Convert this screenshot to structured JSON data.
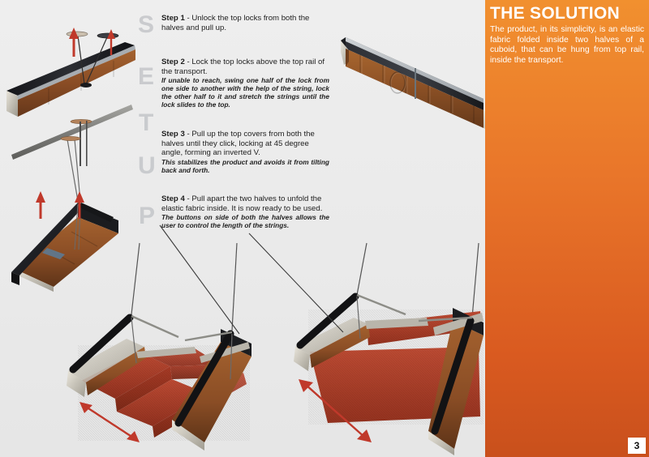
{
  "page": {
    "number": "3",
    "background_color": "#ebebeb",
    "accent_color": "#e9762a"
  },
  "watermark": {
    "letters": [
      "S",
      "E",
      "T",
      "U",
      "P"
    ],
    "color": "#c4c6c9"
  },
  "steps": [
    {
      "label": "Step 1",
      "dash": " - ",
      "main": "Unlock the top locks from both the halves and pull up.",
      "note": ""
    },
    {
      "label": "Step 2",
      "dash": " - ",
      "main": "Lock the top locks above the top rail of the transport.",
      "note": "If unable to reach, swing one half of the lock from one side to another with the help of the string, lock the other half to it and stretch the strings until the lock slides to the top."
    },
    {
      "label": "Step 3",
      "dash": " - ",
      "main": "Pull up the top covers from both the halves until they click, locking at 45 degree angle, forming an inverted V.",
      "note": "This stabilizes the product and avoids it from tilting back and forth."
    },
    {
      "label": "Step 4",
      "dash": " - ",
      "main": "Pull apart the two halves to unfold the elastic fabric inside. It is now ready to be used.",
      "note": "The buttons on side of both the halves allows the user to control the length of the strings."
    }
  ],
  "solution": {
    "title": "THE SOLUTION",
    "body": "The product, in its simplicity, is an elastic fabric folded inside two halves of a cuboid, that can be hung from top rail, inside the transport."
  },
  "figures": [
    {
      "id": "fig-closed-unit",
      "caption": "closed cuboid unit with top locks pulled up"
    },
    {
      "id": "fig-rail-mount",
      "caption": "unit lock hung on transport top rail"
    },
    {
      "id": "fig-inverted-v",
      "caption": "top covers opened into inverted V"
    },
    {
      "id": "fig-folded-fabric",
      "caption": "hanging unit with folded zigzag elastic fabric"
    },
    {
      "id": "fig-unfolded-fabric",
      "caption": "hanging unit with fabric fully unfolded"
    },
    {
      "id": "fig-hero-product",
      "caption": "large render of closed product cuboid"
    }
  ]
}
